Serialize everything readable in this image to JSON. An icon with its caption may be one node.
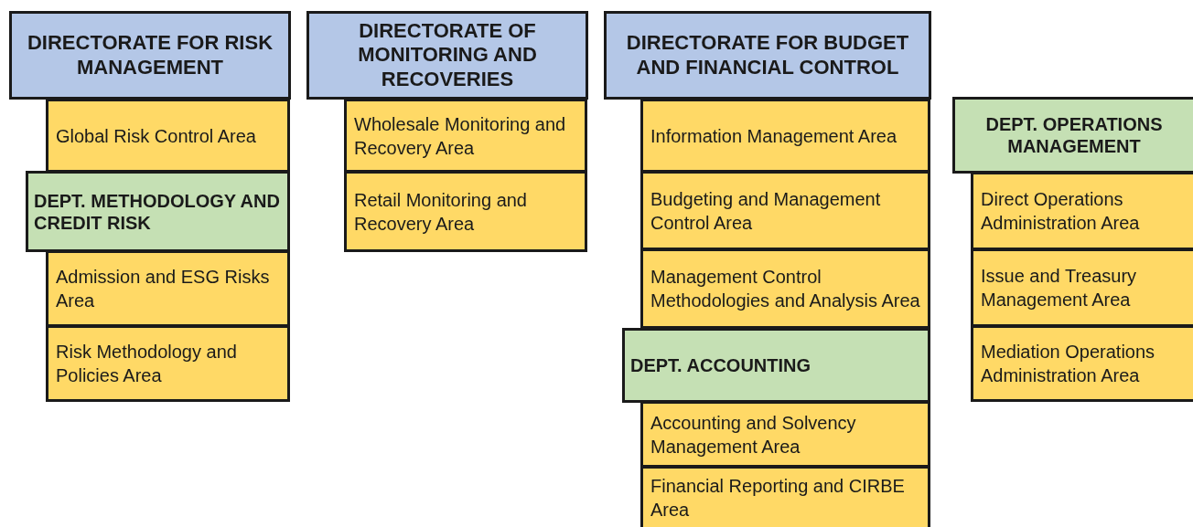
{
  "diagram": {
    "nodes": [
      {
        "text": [
          "DIRECTORATE FOR RISK MANAGEMENT"
        ]
      },
      {
        "text": [
          "Global Risk Control Area"
        ]
      },
      {
        "text": [
          "DEPT. METHODOLOGY AND CREDIT RISK"
        ]
      },
      {
        "text": [
          "Admission and ESG Risks Area"
        ]
      },
      {
        "text": [
          "Risk Methodology and Policies Area"
        ]
      },
      {
        "text": [
          "DIRECTORATE OF MONITORING AND RECOVERIES"
        ]
      },
      {
        "text": [
          "Wholesale Monitoring and Recovery Area"
        ]
      },
      {
        "text": [
          "Retail Monitoring and Recovery Area"
        ]
      },
      {
        "text": [
          "DIRECTORATE FOR BUDGET AND FINANCIAL CONTROL"
        ]
      },
      {
        "text": [
          "Information Management Area"
        ]
      },
      {
        "text": [
          "Budgeting and Management Control Area"
        ]
      },
      {
        "text": [
          "Management Control Methodologies and Analysis Area"
        ]
      },
      {
        "text": [
          "DEPT. ACCOUNTING"
        ]
      },
      {
        "text": [
          "Accounting and Solvency Management Area"
        ]
      },
      {
        "text": [
          "Financial Reporting and CIRBE Area"
        ]
      },
      {
        "text": [
          "DEPT. OPERATIONS MANAGEMENT"
        ]
      },
      {
        "text": [
          "Direct Operations Administration Area"
        ]
      },
      {
        "text": [
          "Issue and Treasury Management Area"
        ]
      },
      {
        "text": [
          "Mediation Operations Administration Area"
        ]
      }
    ]
  }
}
